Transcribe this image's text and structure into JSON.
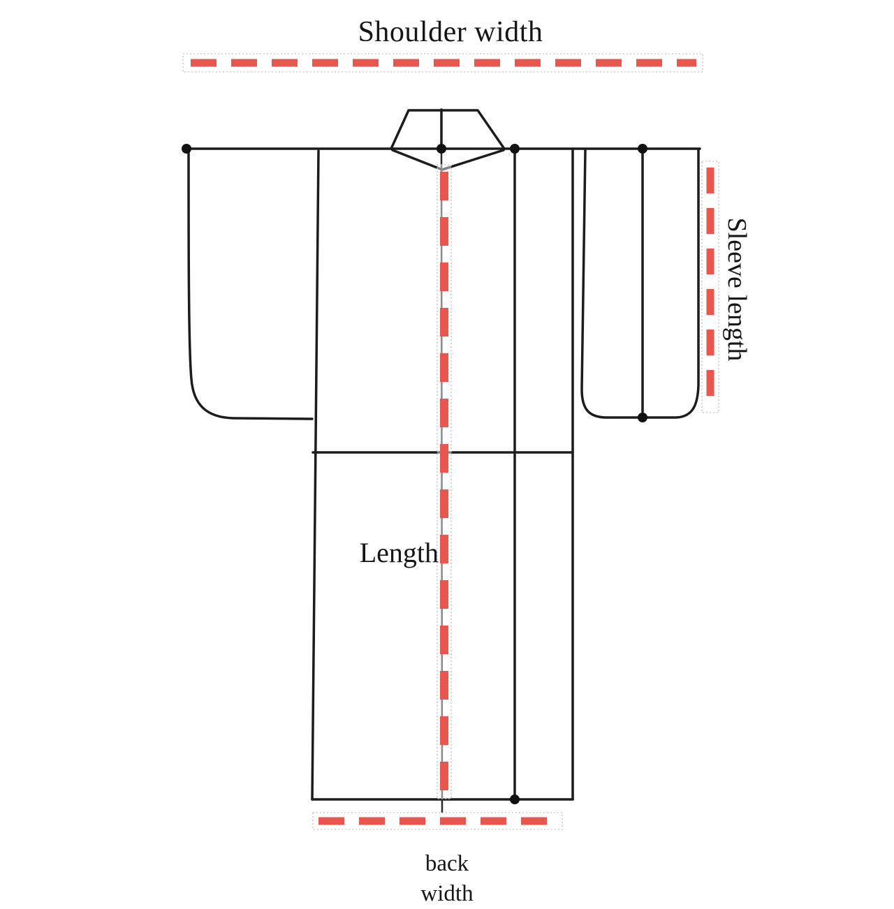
{
  "labels": {
    "shoulder_width": "Shoulder width",
    "sleeve_length": "Sleeve length",
    "length": "Length",
    "back_width_line1": "back",
    "back_width_line2": "width"
  },
  "colors": {
    "dash_red": "#e8564e",
    "outline_black": "#1c1c1c",
    "background": "#ffffff"
  }
}
